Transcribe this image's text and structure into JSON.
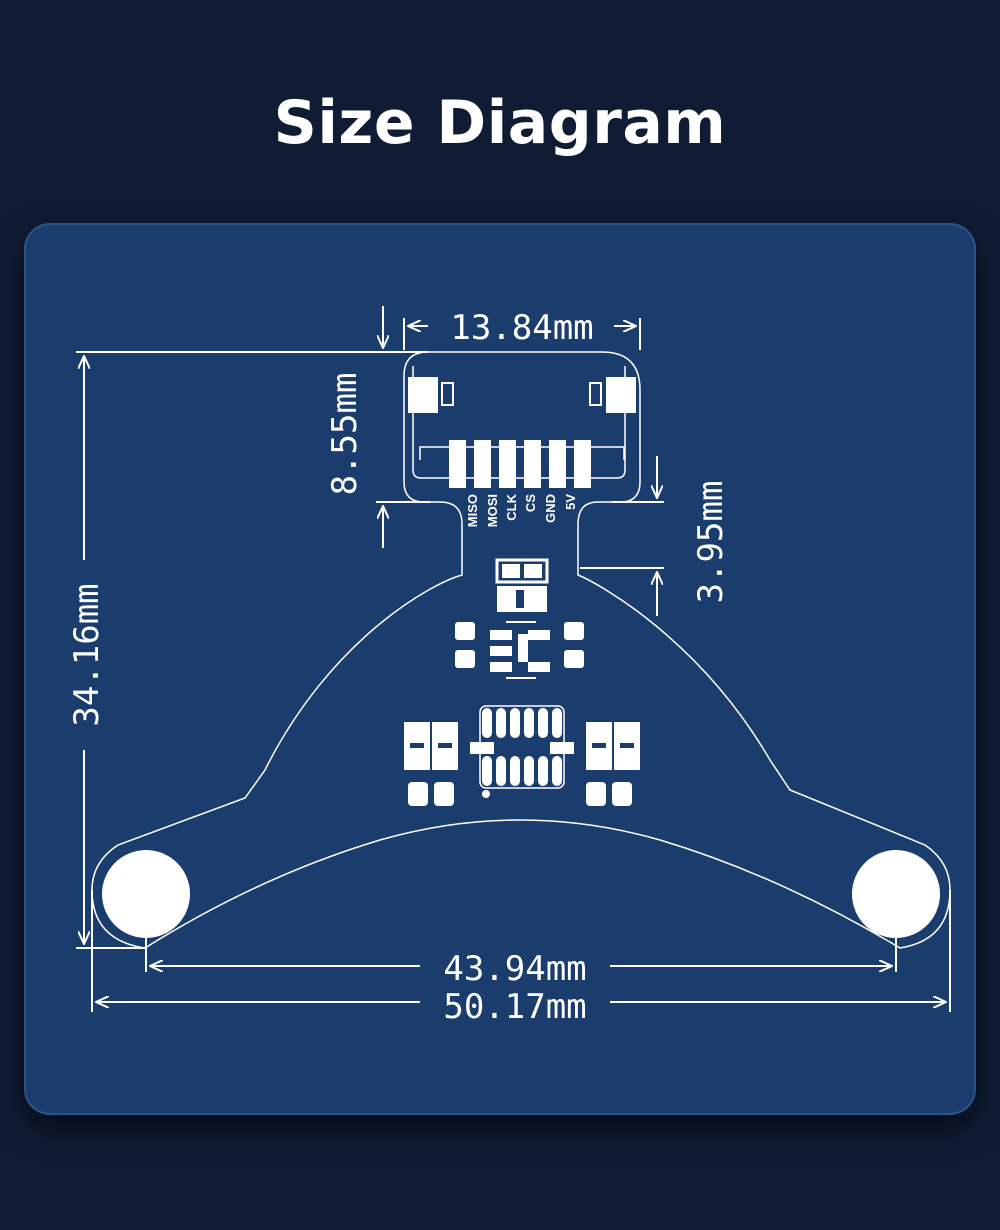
{
  "title": "Size Diagram",
  "dimensions": {
    "top_width": "13.84mm",
    "connector_height": "8.55mm",
    "neck_gap": "3.95mm",
    "total_height": "34.16mm",
    "hole_spacing": "43.94mm",
    "total_width": "50.17mm"
  },
  "pins": [
    "MISO",
    "MOSI",
    "CLK",
    "CS",
    "GND",
    "5V"
  ],
  "colors": {
    "background": "#0f1c33",
    "panel": "#1b3d6e",
    "line": "#ffffff"
  }
}
